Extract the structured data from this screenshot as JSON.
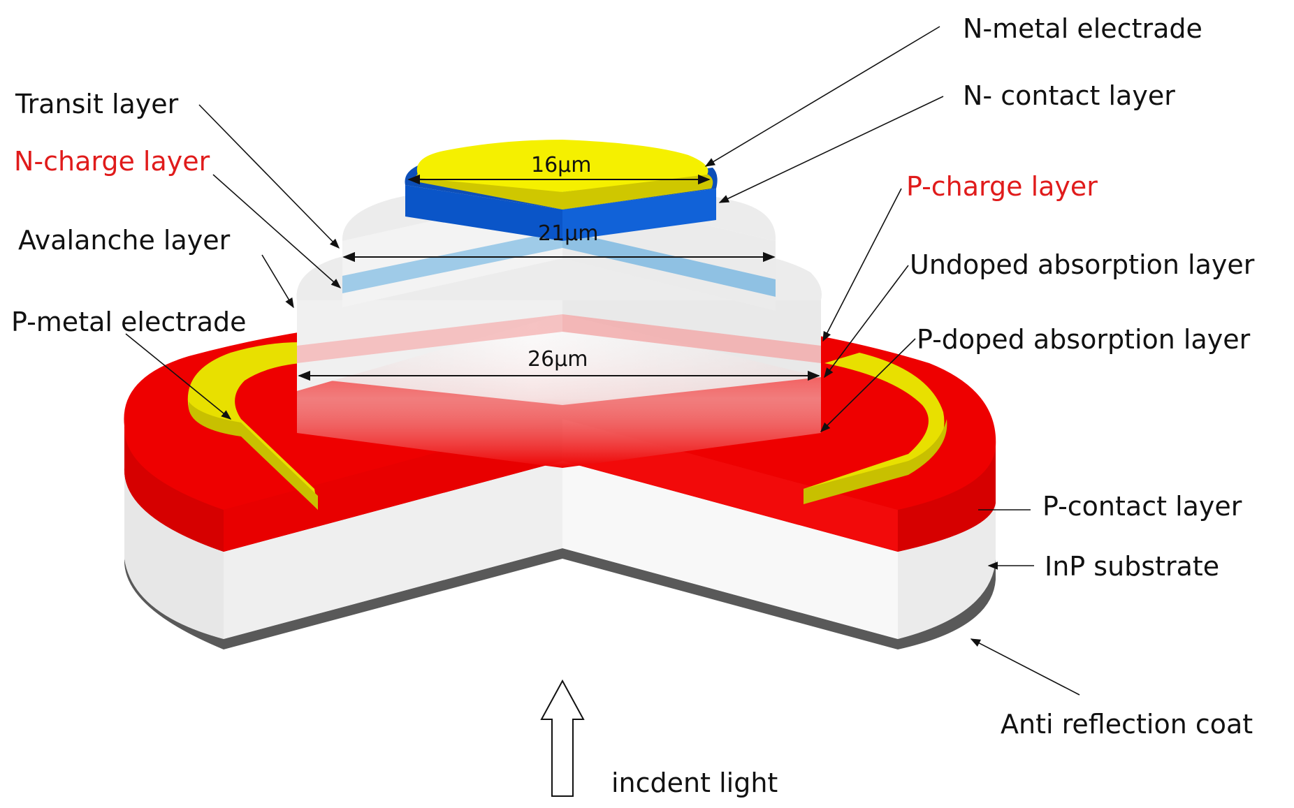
{
  "labels": {
    "n_metal_electrode": "N-metal electrade",
    "n_contact_layer": "N- contact layer",
    "transit_layer": "Transit layer",
    "n_charge_layer": "N-charge layer",
    "p_charge_layer": "P-charge layer",
    "avalanche_layer": "Avalanche layer",
    "undoped_absorption_layer": "Undoped absorption layer",
    "p_metal_electrode": "P-metal electrade",
    "p_doped_absorption_layer": "P-doped absorption layer",
    "p_contact_layer": "P-contact layer",
    "inp_substrate": "InP substrate",
    "anti_reflection_coat": "Anti reflection coat",
    "incident_light": "incdent light"
  },
  "dimensions": {
    "d_top": "16µm",
    "d_mid": "21µm",
    "d_bottom": "26µm"
  },
  "colors": {
    "n_metal_electrode": "#f5f000",
    "n_contact_layer": "#0a55c8",
    "n_charge_layer": "#9fcbe8",
    "p_charge_layer": "#f2a9a9",
    "p_contact_layer": "#ee0000",
    "p_metal_electrode": "#e8e000",
    "inp_substrate": "#f4f4f4",
    "anti_reflection_coat": "#555555",
    "label_highlight": "#e01b1b"
  }
}
